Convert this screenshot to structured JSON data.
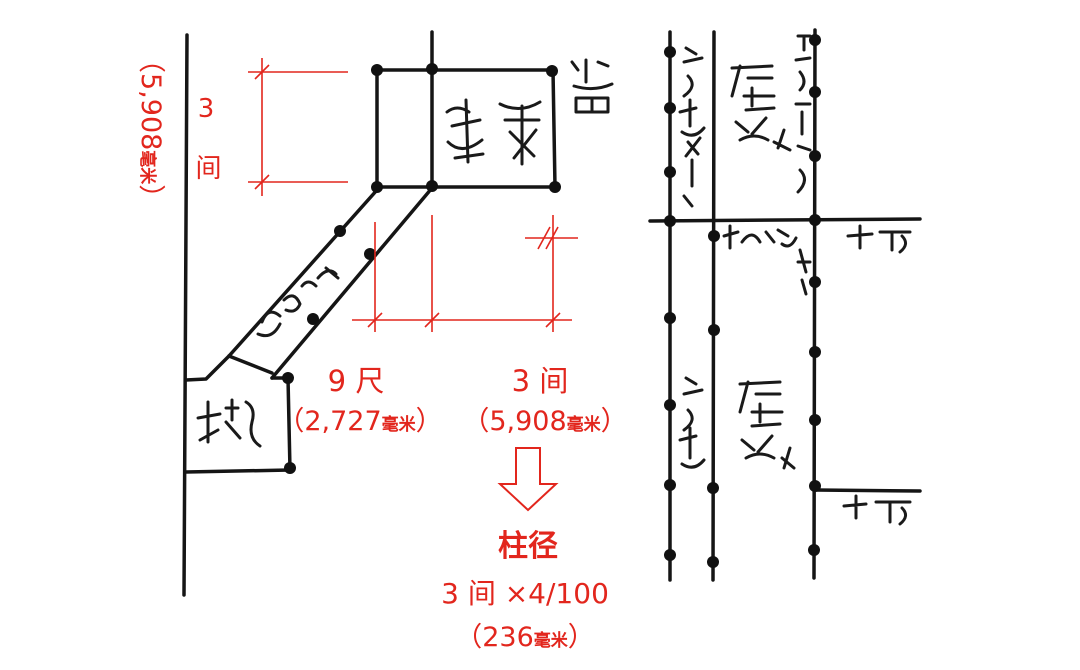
{
  "annotations": {
    "left_span": {
      "count": "3 间",
      "open": "（5,908",
      "unit": "毫米",
      "close": "）"
    },
    "depth": {
      "count": "9 尺",
      "open": "（2,727",
      "unit": "毫米",
      "close": "）"
    },
    "bay": {
      "count": "3 间",
      "open": "（5,908",
      "unit": "毫米",
      "close": "）"
    },
    "column": {
      "title": "柱径",
      "formula": "3 间 ×4/100",
      "open": "（236",
      "unit": "毫米",
      "close": "）"
    }
  },
  "colors": {
    "annotation": "#e2261d",
    "ink": "#151515",
    "background": "#ffffff"
  }
}
